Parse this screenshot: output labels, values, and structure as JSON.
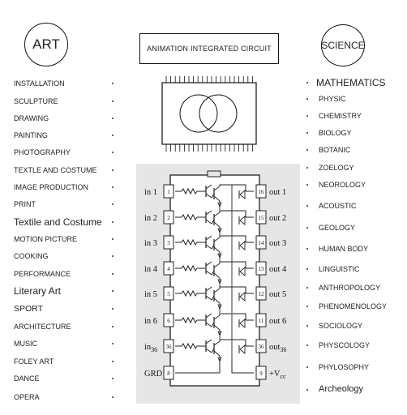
{
  "art": {
    "title": "ART",
    "items": [
      {
        "label": "INSTALLATION"
      },
      {
        "label": "SCULPTURE"
      },
      {
        "label": "DRAWING"
      },
      {
        "label": "PAINTING"
      },
      {
        "label": "PHOTOGRAPHY"
      },
      {
        "label": "TEXTLE AND COSTUME"
      },
      {
        "label": "IMAGE PRODUCTION"
      },
      {
        "label": "PRINT"
      },
      {
        "label": "Textile and Costume"
      },
      {
        "label": "MOTION PICTURE"
      },
      {
        "label": "COOKING"
      },
      {
        "label": "PERFORMANCE"
      },
      {
        "label": "Literary Art"
      },
      {
        "label": "SPORT"
      },
      {
        "label": "ARCHITECTURE"
      },
      {
        "label": "MUSIC"
      },
      {
        "label": "FOLEY ART"
      },
      {
        "label": "DANCE"
      },
      {
        "label": "OPERA"
      }
    ]
  },
  "science": {
    "title": "SCIENCE",
    "items": [
      {
        "label": "MATHEMATICS"
      },
      {
        "label": "PHYSIC"
      },
      {
        "label": "CHEMISTRY"
      },
      {
        "label": "BIOLOGY"
      },
      {
        "label": "BOTANIC"
      },
      {
        "label": "ZOELOGY"
      },
      {
        "label": "NEOROLOGY"
      },
      {
        "label": "ACOUSTIC"
      },
      {
        "label": "GEOLOGY"
      },
      {
        "label": "HUMAN BODY"
      },
      {
        "label": "LINGUISTIC"
      },
      {
        "label": "ANTHROPOLOGY"
      },
      {
        "label": "PHENOMENOLOGY"
      },
      {
        "label": "SOCIOLOGY"
      },
      {
        "label": "PHYSCOLOGY"
      },
      {
        "label": "PHYLOSOPHY"
      },
      {
        "label": "Archeology"
      }
    ]
  },
  "center": {
    "title": "ANIMATION  INTEGRATED CIRCUIT"
  },
  "ic": {
    "left_pins": [
      {
        "label": "in 1",
        "num": "1"
      },
      {
        "label": "in 2",
        "num": "2"
      },
      {
        "label": "in 3",
        "num": "3"
      },
      {
        "label": "in 4",
        "num": "4"
      },
      {
        "label": "in 5",
        "num": "5"
      },
      {
        "label": "in 6",
        "num": "6"
      },
      {
        "label": "in",
        "sub": "36",
        "num": "36"
      },
      {
        "label": "GRD",
        "num": "8"
      }
    ],
    "right_pins": [
      {
        "label": "out 1",
        "num": "16"
      },
      {
        "label": "out 2",
        "num": "15"
      },
      {
        "label": "out 3",
        "num": "14"
      },
      {
        "label": "out 4",
        "num": "13"
      },
      {
        "label": "out 5",
        "num": "12"
      },
      {
        "label": "out 6",
        "num": "11"
      },
      {
        "label": "out",
        "sub": "36",
        "num": "36"
      },
      {
        "label": "+V",
        "sub": "cc",
        "num": "9"
      }
    ]
  }
}
